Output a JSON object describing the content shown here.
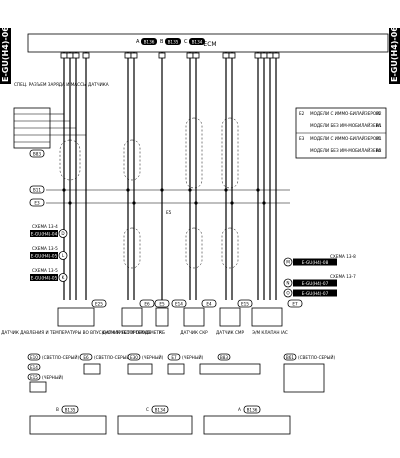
{
  "side_labels": {
    "left": "E-GU(H4)-06",
    "right": "E-GU(H4)-06"
  },
  "ecm": {
    "label": "ECM",
    "connectors": [
      {
        "letter": "A",
        "code": "B136"
      },
      {
        "letter": "B",
        "code": "B135"
      },
      {
        "letter": "C",
        "code": "B134"
      }
    ]
  },
  "dlc": {
    "label": "СПЕЦ. РАЗЪЕМ ЗАРЯДА И МАССЫ ДАТЧИКА",
    "connector": "B83"
  },
  "legend": {
    "rows": [
      {
        "code": "E2",
        "text": "МОДЕЛИ С ИММО-БИЛАЙЗЕРОМ",
        "ref": "B2"
      },
      {
        "code": "",
        "text": "МОДЕЛИ БЕЗ ИМ-МОБИЛАЙЗЕРА",
        "ref": "B1"
      },
      {
        "code": "E3",
        "text": "МОДЕЛИ С ИММО-БИЛАЙЗЕРОМ",
        "ref": "B1"
      },
      {
        "code": "",
        "text": "МОДЕЛИ БЕЗ ИМ-МОБИЛАЙЗЕРА",
        "ref": "B2"
      }
    ]
  },
  "joints": [
    "B11",
    "E3"
  ],
  "schemes": [
    {
      "label": "СХЕМА 13-4",
      "tag": "E-GU(H4)-04",
      "letter": "D"
    },
    {
      "label": "СХЕМА 13-5",
      "tag": "E-GU(H4)-05",
      "letter": "L"
    },
    {
      "label": "СХЕМА 13-5",
      "tag": "E-GU(H4)-05",
      "letter": "K"
    }
  ],
  "right_schemes": [
    {
      "label": "СХЕМА 13-8",
      "tag": "E-GU(H4)-08",
      "letter": "M"
    },
    {
      "label": "СХЕМА 13-7",
      "tag": "E-GU(H4)-07",
      "letter": "N"
    },
    {
      "label": "",
      "tag": "E-GU(H4)-07",
      "letter": "O"
    }
  ],
  "component_connectors": [
    "E25",
    "E6",
    "E5",
    "E14",
    "E4",
    "E15",
    "E7"
  ],
  "mid_labels": [
    "E5"
  ],
  "components": [
    "ДАТЧИК ДАВЛЕНИЯ И ТЕМПЕРАТУРЫ ВО ВПУСКНОМ ТРУБОПРОВОДЕ",
    "ДАТЧИК ЕСТ И ТЕРМОМЕТР",
    "КБ",
    "ДАТЧИК СКР",
    "ДАТЧИК СМР",
    "Э/М КЛАПАН IAC"
  ],
  "connector_views": [
    {
      "code": "E10",
      "color": "(СВЕТЛО-СЕРЫЙ)"
    },
    {
      "code": "E6",
      "color": "(СВЕТЛО-СЕРЫЙ)"
    },
    {
      "code": "E30",
      "color": "(ЧЕРНЫЙ)"
    },
    {
      "code": "E7",
      "color": "(ЧЕРНЫЙ)"
    },
    {
      "code": "B83",
      "color": ""
    },
    {
      "code": "B61",
      "color": "(СВЕТЛО-СЕРЫЙ)"
    },
    {
      "code": "E14",
      "color": ""
    },
    {
      "code": "E15",
      "color": "(ЧЕРНЫЙ)"
    }
  ],
  "bottom_connectors": [
    {
      "letter": "B",
      "code": "B135"
    },
    {
      "letter": "C",
      "code": "B134"
    },
    {
      "letter": "A",
      "code": "B136"
    }
  ]
}
